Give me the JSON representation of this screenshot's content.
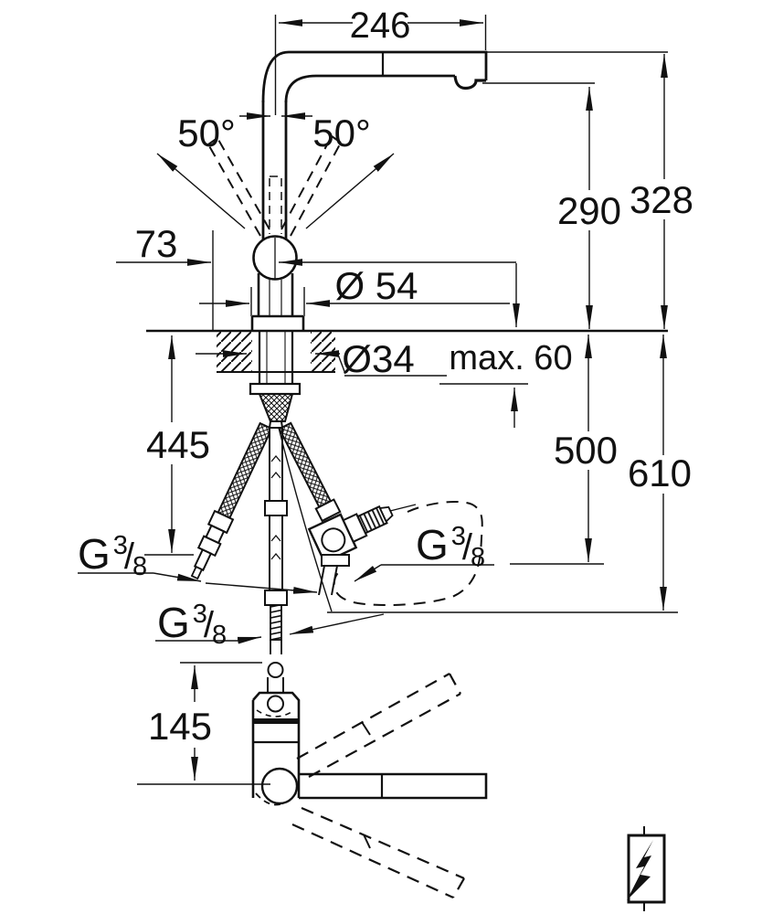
{
  "title": "Kitchen faucet installation dimensional drawing",
  "dimensions": {
    "spout_reach": "246",
    "swivel_left": "50°",
    "swivel_right": "50°",
    "lever_offset": "73",
    "outlet_height": "290",
    "spout_height": "328",
    "base_diameter": "Ø 54",
    "hole_diameter": "Ø34",
    "deck_thickness": "max. 60",
    "hose_length_a": "445",
    "hose_length_b": "500",
    "hose_length_c": "610",
    "body_height": "145"
  },
  "thread_label": {
    "g": "G",
    "sup": "3",
    "slash": "/",
    "sub": "8"
  },
  "symbols": {
    "lightning": "low-voltage-suitable-symbol"
  },
  "colors": {
    "ink": "#111111",
    "background": "#ffffff"
  }
}
